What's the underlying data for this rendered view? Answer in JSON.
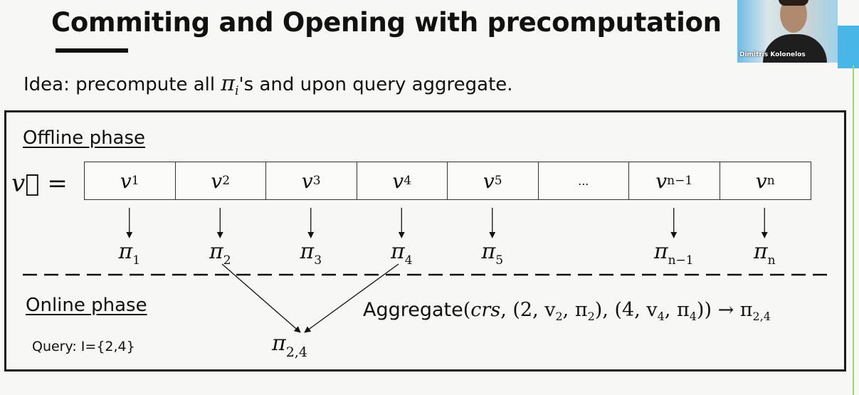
{
  "slide": {
    "title": "Commiting and Opening with precomputation",
    "idea_prefix": "Idea: precompute all ",
    "idea_pi": "π",
    "idea_sub": "i",
    "idea_suffix": "'s and upon query aggregate."
  },
  "webcam": {
    "name": "Dimitris Kolonelos"
  },
  "offline": {
    "label": "Offline phase",
    "vector_label": "v⃗ =",
    "cells": [
      {
        "main": "v",
        "sub": "1"
      },
      {
        "main": "v",
        "sub": "2"
      },
      {
        "main": "v",
        "sub": "3"
      },
      {
        "main": "v",
        "sub": "4"
      },
      {
        "main": "v",
        "sub": "5"
      },
      {
        "main": "...",
        "sub": ""
      },
      {
        "main": "v",
        "sub": "n−1"
      },
      {
        "main": "v",
        "sub": "n"
      }
    ],
    "proofs": [
      {
        "main": "π",
        "sub": "1"
      },
      {
        "main": "π",
        "sub": "2"
      },
      {
        "main": "π",
        "sub": "3"
      },
      {
        "main": "π",
        "sub": "4"
      },
      {
        "main": "π",
        "sub": "5"
      },
      {
        "main": "π",
        "sub": "n−1"
      },
      {
        "main": "π",
        "sub": "n"
      }
    ]
  },
  "online": {
    "label": "Online phase",
    "query": "Query: I={2,4}",
    "aggregate_word": "Aggregate",
    "aggregate_expr_1": "(",
    "crs": "crs",
    "aggregate_expr_2": ", (2, v",
    "sub_v2": "2",
    "aggregate_expr_3": ", π",
    "sub_pi2": "2",
    "aggregate_expr_4": "), (4, v",
    "sub_v4": "4",
    "aggregate_expr_5": ", π",
    "sub_pi4": "4",
    "aggregate_expr_6": ")) → π",
    "sub_result": "2,4",
    "result_main": "π",
    "result_sub": "2,4"
  },
  "colors": {
    "accent_green": "#9bd86a",
    "accent_blue": "#49b6e8",
    "ink": "#111111"
  }
}
